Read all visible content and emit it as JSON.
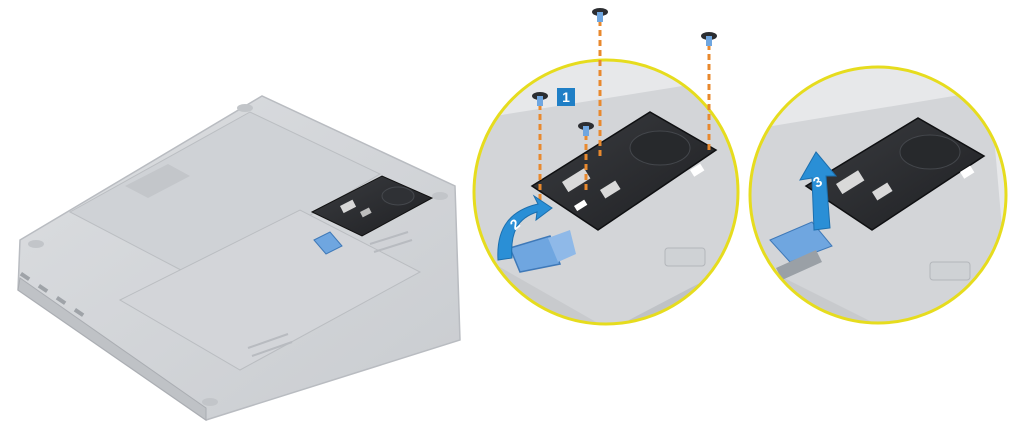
{
  "steps": [
    {
      "label": "1"
    },
    {
      "label": "2"
    },
    {
      "label": "3"
    }
  ],
  "colors": {
    "callout_ring": "#e6dc1e",
    "step_badge": "#1f7fc6",
    "arrow": "#2a8fd6",
    "screw_path": "#e8892e",
    "tab": "#6fa6e0",
    "hdd_case": "#2b2d31",
    "chassis": "#d6d8dc"
  },
  "icons": {
    "screw": "screw-icon",
    "arrow_curved": "curved-arrow-icon",
    "arrow_up": "up-arrow-icon"
  }
}
